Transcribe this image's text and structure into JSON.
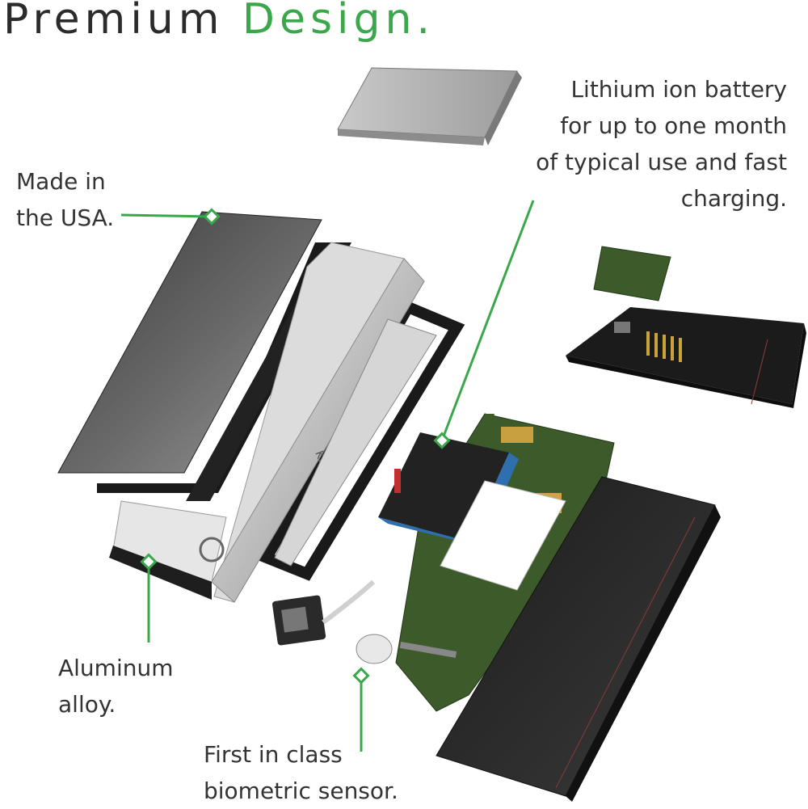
{
  "title": {
    "lead": "Premium",
    "accent": "Design."
  },
  "callouts": {
    "battery": [
      "Lithium ion battery",
      "for up to one month",
      "of typical use and fast",
      "charging."
    ],
    "usa": [
      "Made in",
      "the USA."
    ],
    "aluminum": [
      "Aluminum",
      "alloy."
    ],
    "sensor": [
      "First in class",
      "biometric sensor."
    ]
  },
  "engraving": "KEVO",
  "colors": {
    "accent": "#3aa84a",
    "text": "#333333",
    "board": "#3d5a2a",
    "battery_blue": "#2f6fb0"
  }
}
